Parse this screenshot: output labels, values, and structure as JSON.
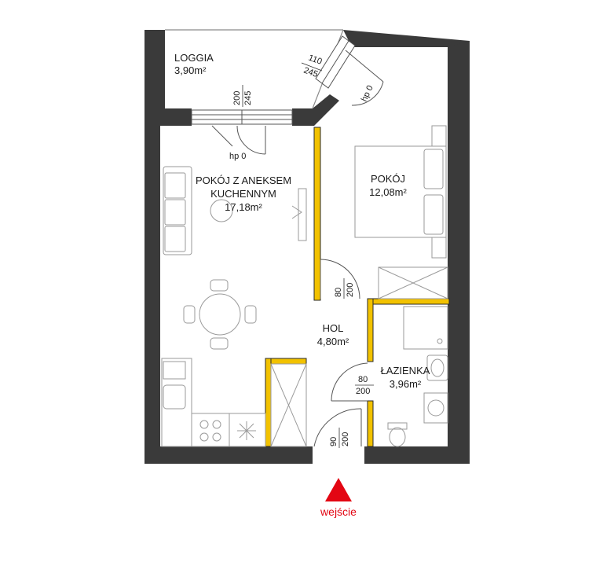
{
  "rooms": {
    "loggia": {
      "name": "LOGGIA",
      "area": "3,90m²"
    },
    "living": {
      "name_line1": "POKÓJ Z ANEKSEM",
      "name_line2": "KUCHENNYM",
      "area": "17,18m²"
    },
    "room": {
      "name": "POKÓJ",
      "area": "12,08m²"
    },
    "hall": {
      "name": "HOL",
      "area": "4,80m²"
    },
    "bathroom": {
      "name": "ŁAZIENKA",
      "area": "3,96m²"
    }
  },
  "openings": {
    "loggia_window": {
      "width": "200",
      "height": "245",
      "threshold": "hp 0"
    },
    "room_window": {
      "width": "110",
      "height": "245",
      "threshold": "hp 0"
    },
    "room_door": {
      "width": "80",
      "height": "200"
    },
    "bath_door": {
      "width": "80",
      "height": "200"
    },
    "entry_door": {
      "width": "90",
      "height": "200"
    }
  },
  "entrance": {
    "label": "wejście"
  },
  "colors": {
    "wall": "#3a3a3a",
    "partition": "#f2c200",
    "entrance": "#e30613",
    "fixture": "#999999"
  }
}
